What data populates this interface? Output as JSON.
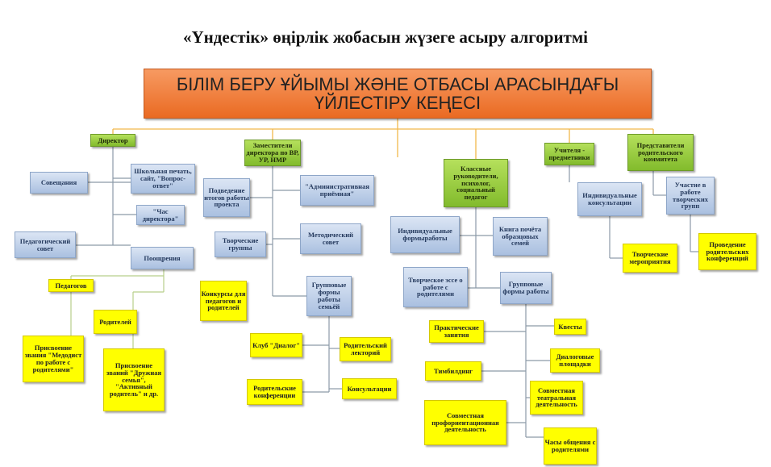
{
  "title": "«Үндестік» өңірлік жобасын жүзеге асыру алгоритмі",
  "top_box": "БІЛІМ БЕРУ ҰЙЫМЫ ЖӘНЕ ОТБАСЫ  АРАСЫНДАҒЫ ҮЙЛЕСТІРУ КЕҢЕСІ",
  "director": {
    "label": "Директор",
    "meetings": "Совещания",
    "school_press": "Школьная печать, сайт, \"Вопрос-ответ\"",
    "director_hour": "\"Час директора\"",
    "ped_council": "Педагогический совет",
    "incentives": "Поощрения",
    "teachers": "Педагогов",
    "teacher_award": "Присвоение звания \"Медодист по работе с родителями\"",
    "parents": "Родителей",
    "parent_award": "Присвоение званий \"Дружная семья\", \"Активный родитель\" и др."
  },
  "deputies": {
    "label": "Заместители директора по ВР, УР, НМР",
    "results": "Подведение итогов работы проекта",
    "admin_reception": "\"Административная приёмная\"",
    "creative_groups": "Творческие группы",
    "method_council": "Методический совет",
    "contests": "Конкурсы для педагогов и родителей",
    "group_forms": "Групповые формы работы семьёй",
    "club_dialog": "Клуб \"Диалог\"",
    "parent_lecture": "Родительский лекторий",
    "parent_conf": "Родительские конференции",
    "consultations": "Консультации"
  },
  "class_teachers": {
    "label": "Классные руководители, психолог, социальный педагог",
    "individual_forms": "Индивидуальные формыработы",
    "honor_book": "Книга почёта образцовых семей",
    "creative_essay": "Творческое эссе о работе с родителями",
    "group_forms": "Групповые формы работы",
    "practical": "Практические занятия",
    "quests": "Квесты",
    "dialog_platforms": "Диалоговые площадки",
    "teambuilding": "Тимбилдинг",
    "theatre": "Совместная театральная деятельность",
    "career": "Совместная профориентационная деятельность",
    "talk_hours": "Часы общения с родителями"
  },
  "subject_teachers": {
    "label": "Учителя - предметники",
    "individual_consult": "Индивидуальные консультации",
    "creative_events": "Творческие мероприятия"
  },
  "parent_committee": {
    "label": "Представители родительского коммитета",
    "participation": "Участие в работе творческих групп",
    "conferences": "Проведение родительских конференций"
  }
}
